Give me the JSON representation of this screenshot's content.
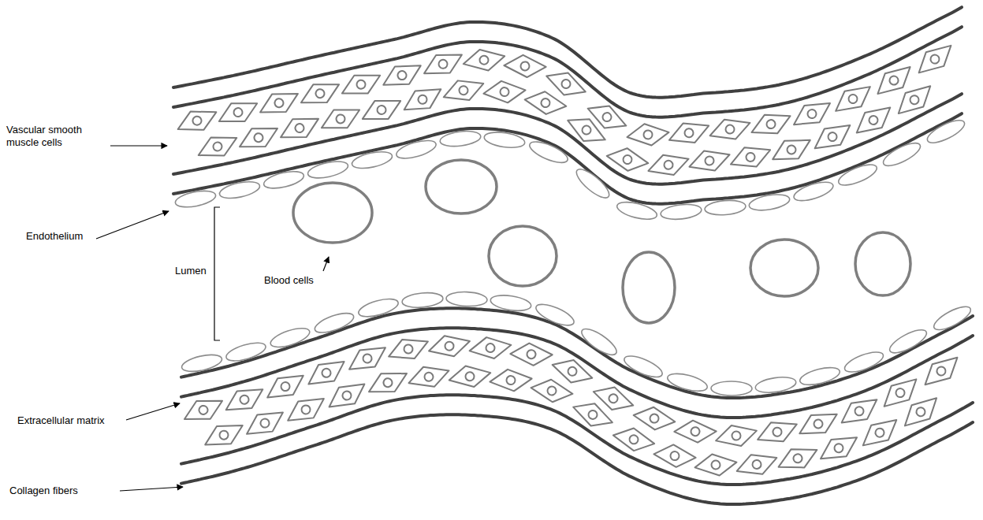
{
  "diagram": {
    "labels": [
      "Vascular smooth muscle cells",
      "Endothelium",
      "Lumen",
      "Blood cells",
      "Extracellular matrix",
      "Collagen fibers"
    ]
  }
}
